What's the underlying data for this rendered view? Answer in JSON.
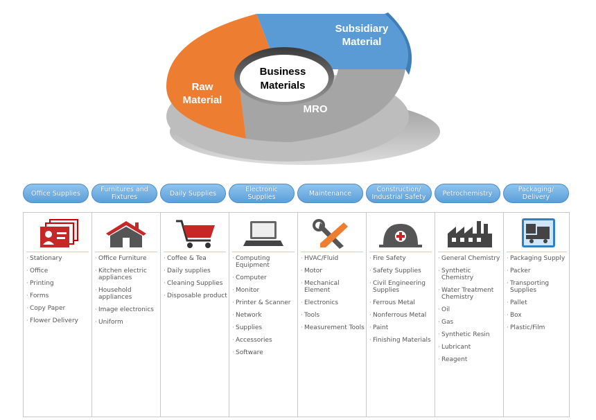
{
  "diagram": {
    "center_label": [
      "Business",
      "Materials"
    ],
    "segments": [
      {
        "label": [
          "Subsidiary",
          "Material"
        ],
        "color": "#5b9bd5"
      },
      {
        "label": [
          "Raw",
          "Material"
        ],
        "color": "#ed7d31"
      },
      {
        "label": [
          "MRO"
        ],
        "color": "#a5a5a5"
      }
    ]
  },
  "categories": [
    {
      "tab": "Office Supplies",
      "icon": "id-card-icon",
      "items": [
        "Stationary",
        "Office",
        "Printing",
        "Forms",
        "Copy Paper",
        "Flower Delivery"
      ]
    },
    {
      "tab": "Furnitures and Fixtures",
      "icon": "house-icon",
      "items": [
        "Office Furniture",
        "Kitchen electric appliances",
        "Household appliances",
        "Image electronics",
        "Uniform"
      ]
    },
    {
      "tab": "Daily Supplies",
      "icon": "shopping-cart-icon",
      "items": [
        "Coffee & Tea",
        "Daily supplies",
        "Cleaning Supplies",
        "Disposable product"
      ]
    },
    {
      "tab": "Electronic Supplies",
      "icon": "laptop-icon",
      "items": [
        "Computing Equipment",
        "Computer",
        "Monitor",
        "Printer & Scanner",
        "Network",
        "Supplies",
        "Accessories",
        "Software"
      ]
    },
    {
      "tab": "Maintenance",
      "icon": "tools-icon",
      "items": [
        "HVAC/Fluid",
        "Motor",
        "Mechanical Element",
        "Electronics",
        "Tools",
        "Measurement Tools"
      ]
    },
    {
      "tab": "Construction/ Industrial Safety",
      "icon": "safety-helmet-icon",
      "items": [
        "Fire Safety",
        "Safety Supplies",
        "Civil Engineering Supplies",
        "Ferrous Metal",
        "Nonferrous Metal",
        "Paint",
        "Finishing Materials"
      ]
    },
    {
      "tab": "Petrochemistry",
      "icon": "factory-icon",
      "items": [
        "General Chemistry",
        "Synthetic Chemistry",
        "Water Treatment Chemistry",
        "Oil",
        "Gas",
        "Synthetic Resin",
        "Lubricant",
        "Reagent"
      ]
    },
    {
      "tab": "Packaging/ Delivery",
      "icon": "delivery-truck-icon",
      "items": [
        "Packaging Supply",
        "Packer",
        "Transporting Supplies",
        "Pallet",
        "Box",
        "Plastic/Film"
      ]
    }
  ]
}
